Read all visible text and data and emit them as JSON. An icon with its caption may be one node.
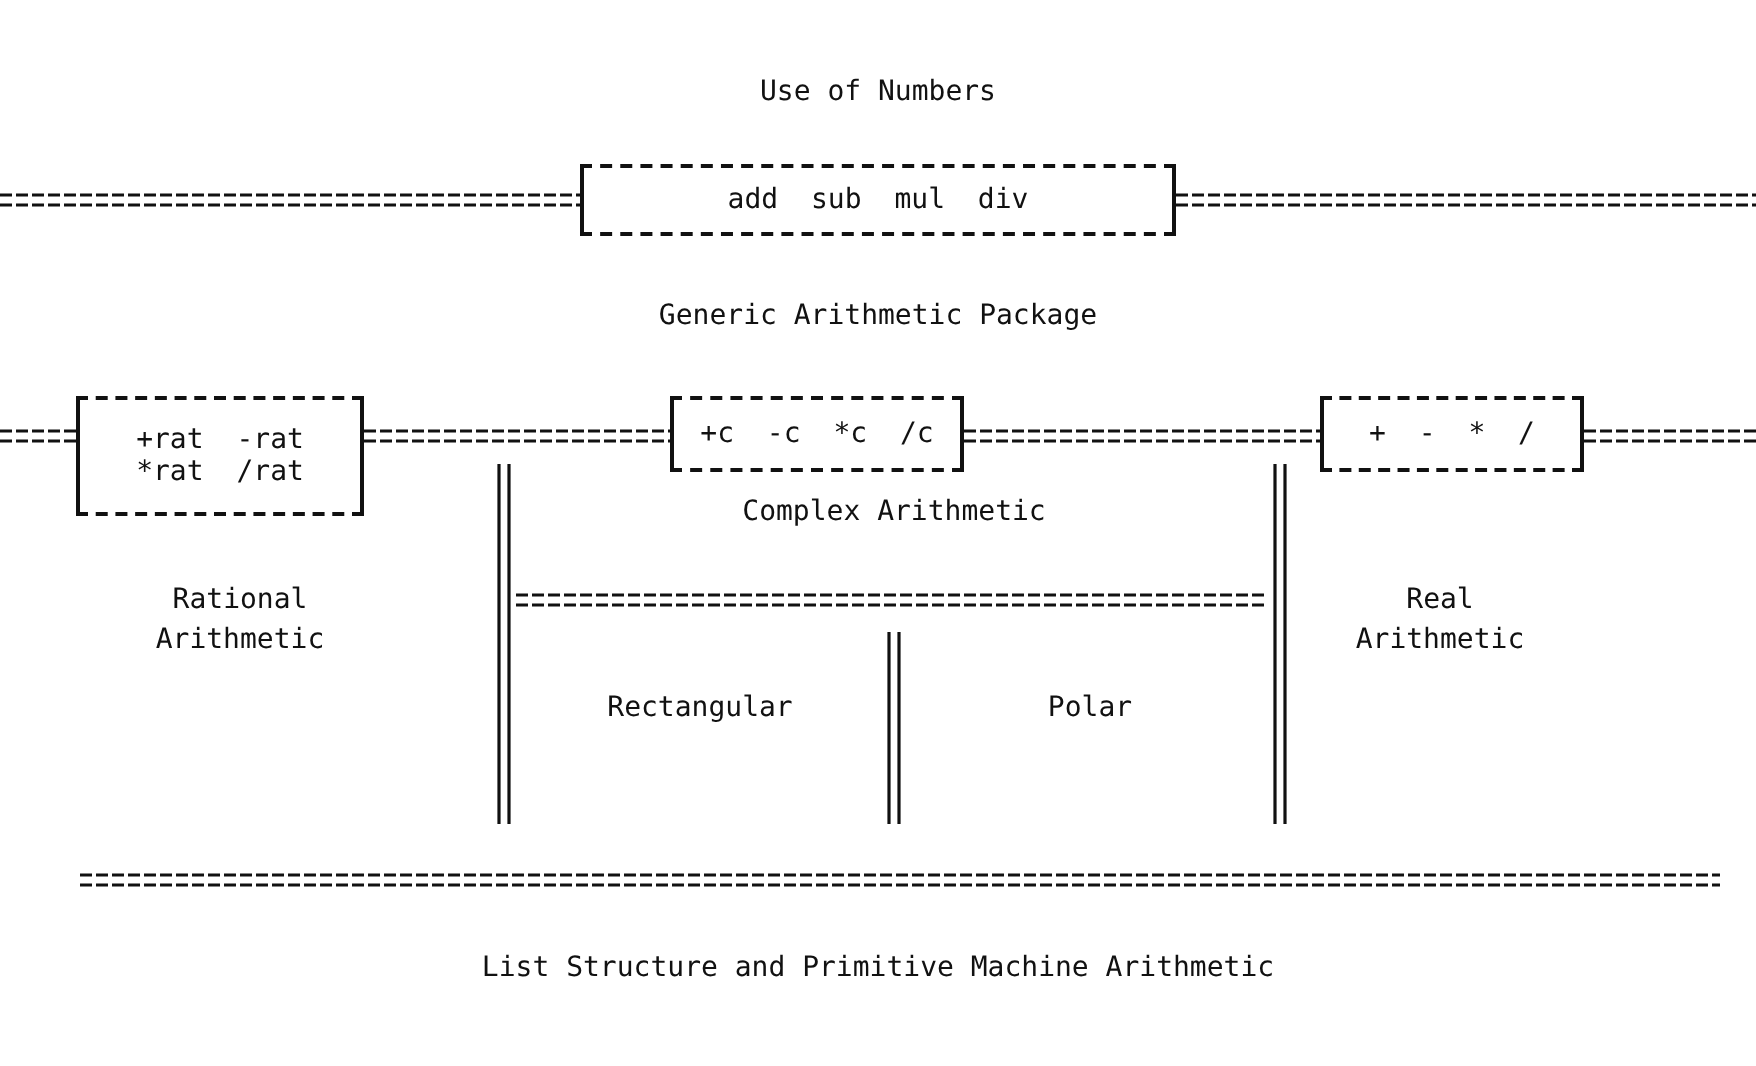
{
  "diagram": {
    "nodes": [
      {
        "text": [
          "add sub mul div"
        ]
      },
      {
        "text": [
          "+rat -rat *rat /rat"
        ]
      },
      {
        "text": [
          "+c -c *c /c"
        ]
      },
      {
        "text": [
          "+ - * /"
        ]
      }
    ],
    "labels": [
      "Use of Numbers",
      "Generic Arithmetic Package",
      "Complex Arithmetic",
      "Rational Arithmetic",
      "Real Arithmetic",
      "Rectangular",
      "Polar",
      "List Structure and Primitive Machine Arithmetic"
    ]
  }
}
